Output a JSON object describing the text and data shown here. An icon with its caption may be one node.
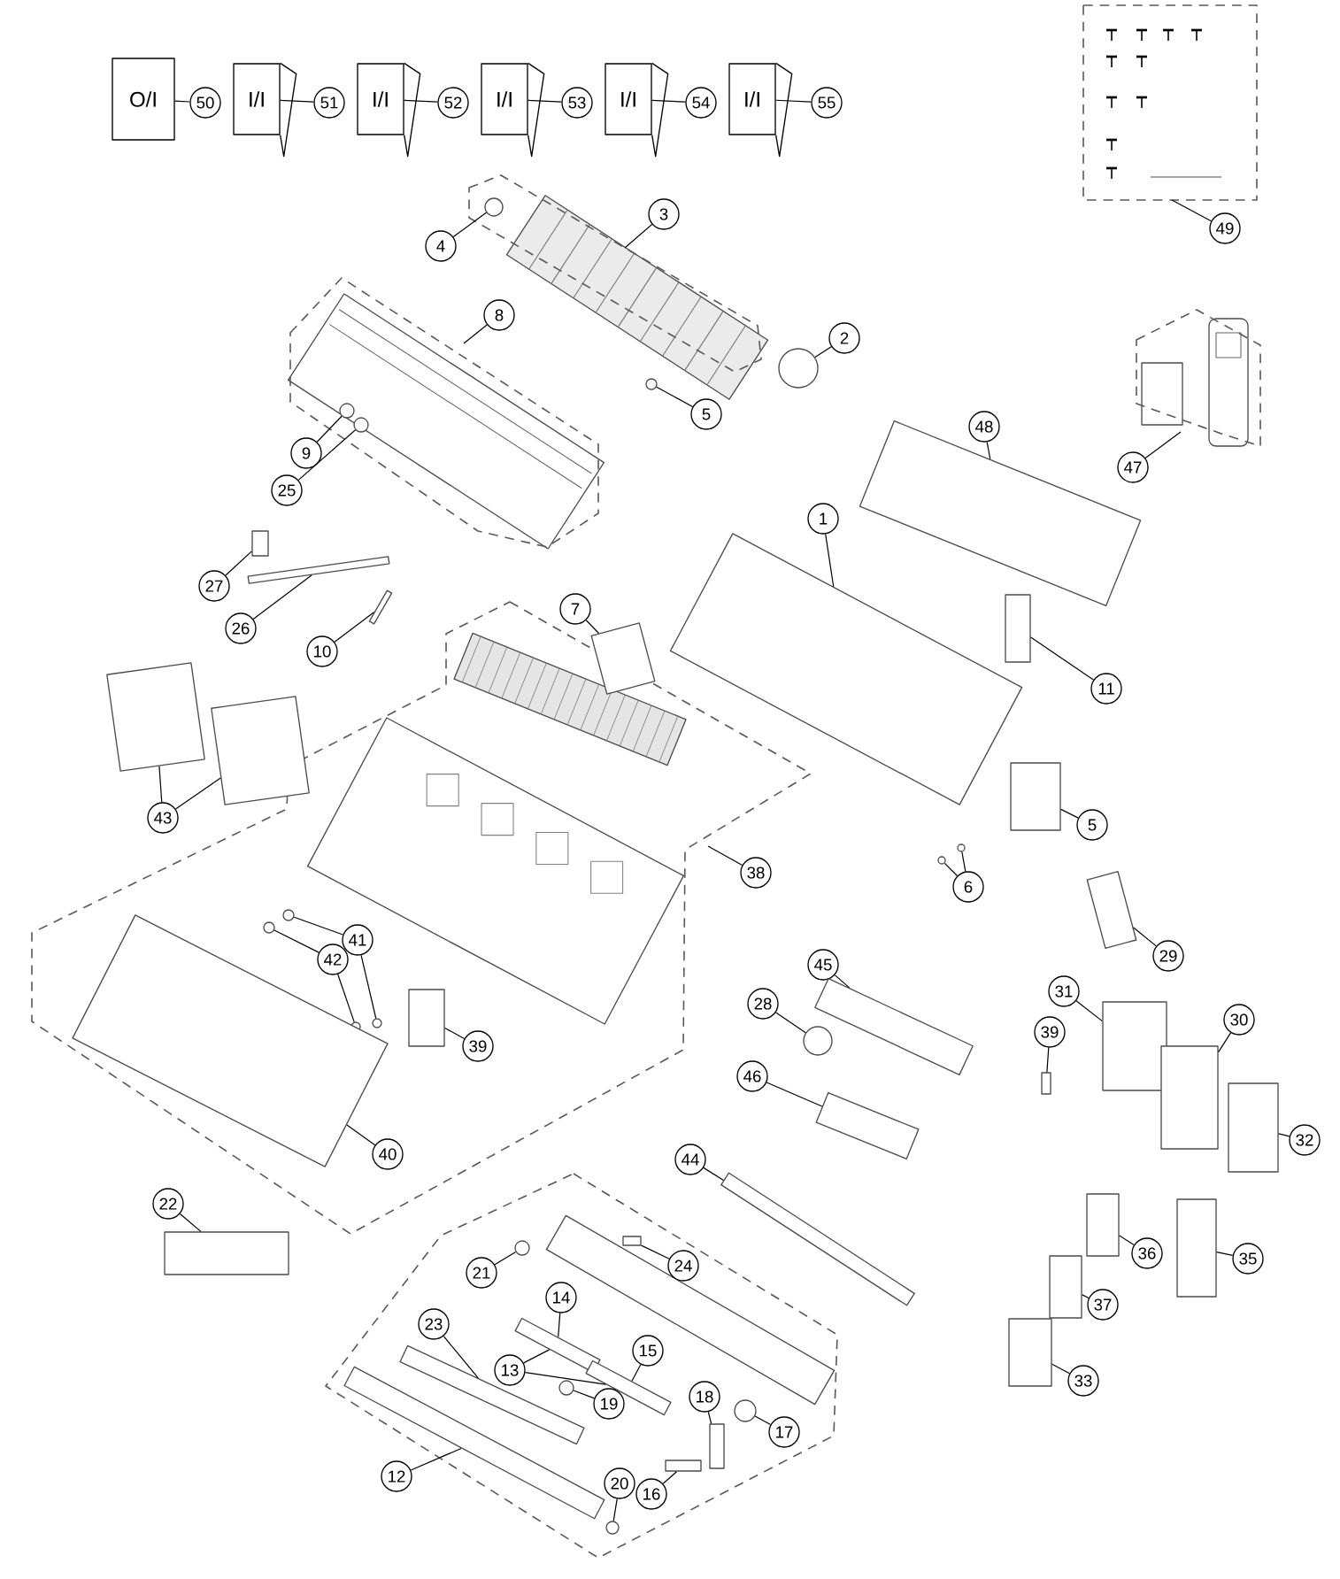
{
  "diagram": {
    "nodes": [
      {
        "text": [
          "O/I"
        ]
      },
      {
        "text": [
          "50"
        ]
      },
      {
        "text": [
          "I/I"
        ]
      },
      {
        "text": [
          "51"
        ]
      },
      {
        "text": [
          "I/I"
        ]
      },
      {
        "text": [
          "52"
        ]
      },
      {
        "text": [
          "I/I"
        ]
      },
      {
        "text": [
          "53"
        ]
      },
      {
        "text": [
          "I/I"
        ]
      },
      {
        "text": [
          "54"
        ]
      },
      {
        "text": [
          "I/I"
        ]
      },
      {
        "text": [
          "55"
        ]
      },
      {
        "text": [
          "49"
        ]
      },
      {
        "text": [
          "3"
        ]
      },
      {
        "text": [
          "4"
        ]
      },
      {
        "text": [],
        "shape": "circle"
      },
      {
        "text": [
          "2"
        ]
      },
      {
        "text": [],
        "shape": "circle"
      },
      {
        "text": [
          "5"
        ]
      },
      {
        "text": [],
        "shape": "circle"
      },
      {
        "text": [
          "8"
        ]
      },
      {
        "text": [
          "9"
        ]
      },
      {
        "text": [],
        "shape": "circle"
      },
      {
        "text": [
          "25"
        ]
      },
      {
        "text": [],
        "shape": "circle"
      },
      {
        "text": [
          "47"
        ]
      },
      {
        "text": [
          "48"
        ]
      },
      {
        "text": [],
        "shape": "box"
      },
      {
        "text": [
          "1"
        ]
      },
      {
        "text": [],
        "shape": "box"
      },
      {
        "text": [
          "27"
        ]
      },
      {
        "text": [],
        "shape": "box"
      },
      {
        "text": [
          "26"
        ]
      },
      {
        "text": [],
        "shape": "box"
      },
      {
        "text": [
          "10"
        ]
      },
      {
        "text": [],
        "shape": "box"
      },
      {
        "text": [
          "7"
        ]
      },
      {
        "text": [],
        "shape": "box"
      },
      {
        "text": [
          "11"
        ]
      },
      {
        "text": [],
        "shape": "box"
      },
      {
        "text": [
          "43"
        ]
      },
      {
        "text": [],
        "shape": "box"
      },
      {
        "text": [],
        "shape": "box"
      },
      {
        "text": [
          "38"
        ]
      },
      {
        "text": [
          "5"
        ]
      },
      {
        "text": [],
        "shape": "box"
      },
      {
        "text": [
          "6"
        ]
      },
      {
        "text": [],
        "shape": "circle"
      },
      {
        "text": [],
        "shape": "circle"
      },
      {
        "text": [
          "41"
        ]
      },
      {
        "text": [],
        "shape": "circle"
      },
      {
        "text": [],
        "shape": "circle"
      },
      {
        "text": [
          "42"
        ]
      },
      {
        "text": [],
        "shape": "circle"
      },
      {
        "text": [],
        "shape": "circle"
      },
      {
        "text": [
          "39"
        ]
      },
      {
        "text": [],
        "shape": "box"
      },
      {
        "text": [
          "40"
        ]
      },
      {
        "text": [],
        "shape": "box"
      },
      {
        "text": [
          "29"
        ]
      },
      {
        "text": [],
        "shape": "box"
      },
      {
        "text": [
          "45"
        ]
      },
      {
        "text": [],
        "shape": "box"
      },
      {
        "text": [
          "28"
        ]
      },
      {
        "text": [],
        "shape": "circle"
      },
      {
        "text": [
          "31"
        ]
      },
      {
        "text": [],
        "shape": "box"
      },
      {
        "text": [
          "30"
        ]
      },
      {
        "text": [],
        "shape": "box"
      },
      {
        "text": [
          "39"
        ]
      },
      {
        "text": [],
        "shape": "box"
      },
      {
        "text": [
          "46"
        ]
      },
      {
        "text": [],
        "shape": "box"
      },
      {
        "text": [
          "32"
        ]
      },
      {
        "text": [],
        "shape": "box"
      },
      {
        "text": [
          "44"
        ]
      },
      {
        "text": [],
        "shape": "box"
      },
      {
        "text": [
          "22"
        ]
      },
      {
        "text": [],
        "shape": "box"
      },
      {
        "text": [
          "36"
        ]
      },
      {
        "text": [],
        "shape": "box"
      },
      {
        "text": [
          "35"
        ]
      },
      {
        "text": [],
        "shape": "box"
      },
      {
        "text": [
          "24"
        ]
      },
      {
        "text": [],
        "shape": "box"
      },
      {
        "text": [
          "21"
        ]
      },
      {
        "text": [],
        "shape": "circle"
      },
      {
        "text": [
          "37"
        ]
      },
      {
        "text": [],
        "shape": "box"
      },
      {
        "text": [
          "14"
        ]
      },
      {
        "text": [],
        "shape": "box"
      },
      {
        "text": [
          "15"
        ]
      },
      {
        "text": [],
        "shape": "box"
      },
      {
        "text": [
          "13"
        ]
      },
      {
        "text": [
          "23"
        ]
      },
      {
        "text": [],
        "shape": "box"
      },
      {
        "text": [
          "19"
        ]
      },
      {
        "text": [],
        "shape": "circle"
      },
      {
        "text": [
          "18"
        ]
      },
      {
        "text": [],
        "shape": "box"
      },
      {
        "text": [
          "17"
        ]
      },
      {
        "text": [],
        "shape": "circle"
      },
      {
        "text": [
          "33"
        ]
      },
      {
        "text": [],
        "shape": "box"
      },
      {
        "text": [
          "20"
        ]
      },
      {
        "text": [],
        "shape": "box"
      },
      {
        "text": [
          "12"
        ]
      },
      {
        "text": [
          "16"
        ]
      },
      {
        "text": [],
        "shape": "box"
      },
      {
        "text": [],
        "shape": "circle"
      }
    ],
    "edges": [
      {
        "from": 1,
        "to": 0,
        "arrow": "none"
      },
      {
        "from": 3,
        "to": 2,
        "arrow": "none"
      },
      {
        "from": 5,
        "to": 4,
        "arrow": "none"
      },
      {
        "from": 7,
        "to": 6,
        "arrow": "none"
      },
      {
        "from": 9,
        "to": 8,
        "arrow": "none"
      },
      {
        "from": 11,
        "to": 10,
        "arrow": "none"
      },
      {
        "from": 12,
        "to": null,
        "arrow": "none"
      },
      {
        "from": 13,
        "to": null,
        "arrow": "none"
      },
      {
        "from": 14,
        "to": 15,
        "arrow": "none"
      },
      {
        "from": 16,
        "to": 17,
        "arrow": "none"
      },
      {
        "from": 18,
        "to": 19,
        "arrow": "none"
      },
      {
        "from": 20,
        "to": null,
        "arrow": "none"
      },
      {
        "from": 21,
        "to": 22,
        "arrow": "none"
      },
      {
        "from": 23,
        "to": 24,
        "arrow": "none"
      },
      {
        "from": 25,
        "to": null,
        "arrow": "none"
      },
      {
        "from": 26,
        "to": 27,
        "arrow": "none"
      },
      {
        "from": 28,
        "to": 29,
        "arrow": "none"
      },
      {
        "from": 30,
        "to": 31,
        "arrow": "none"
      },
      {
        "from": 32,
        "to": 33,
        "arrow": "none"
      },
      {
        "from": 34,
        "to": 35,
        "arrow": "none"
      },
      {
        "from": 36,
        "to": 37,
        "arrow": "none"
      },
      {
        "from": 38,
        "to": 39,
        "arrow": "none"
      },
      {
        "from": 40,
        "to": 41,
        "arrow": "none"
      },
      {
        "from": 40,
        "to": 42,
        "arrow": "none"
      },
      {
        "from": 43,
        "to": null,
        "arrow": "none"
      },
      {
        "from": 44,
        "to": 45,
        "arrow": "none"
      },
      {
        "from": 46,
        "to": 47,
        "arrow": "none"
      },
      {
        "from": 46,
        "to": 48,
        "arrow": "none"
      },
      {
        "from": 49,
        "to": 50,
        "arrow": "none"
      },
      {
        "from": 49,
        "to": 51,
        "arrow": "none"
      },
      {
        "from": 52,
        "to": 53,
        "arrow": "none"
      },
      {
        "from": 52,
        "to": 54,
        "arrow": "none"
      },
      {
        "from": 55,
        "to": 56,
        "arrow": "none"
      },
      {
        "from": 57,
        "to": 58,
        "arrow": "none"
      },
      {
        "from": 59,
        "to": 60,
        "arrow": "none"
      },
      {
        "from": 61,
        "to": 62,
        "arrow": "none"
      },
      {
        "from": 63,
        "to": 64,
        "arrow": "none"
      },
      {
        "from": 65,
        "to": 66,
        "arrow": "none"
      },
      {
        "from": 67,
        "to": 68,
        "arrow": "none"
      },
      {
        "from": 69,
        "to": 70,
        "arrow": "none"
      },
      {
        "from": 71,
        "to": 72,
        "arrow": "none"
      },
      {
        "from": 73,
        "to": 74,
        "arrow": "none"
      },
      {
        "from": 75,
        "to": 76,
        "arrow": "none"
      },
      {
        "from": 77,
        "to": 78,
        "arrow": "none"
      },
      {
        "from": 79,
        "to": 80,
        "arrow": "none"
      },
      {
        "from": 81,
        "to": 82,
        "arrow": "none"
      },
      {
        "from": 83,
        "to": 84,
        "arrow": "none"
      },
      {
        "from": 85,
        "to": 86,
        "arrow": "none"
      },
      {
        "from": 87,
        "to": 88,
        "arrow": "none"
      },
      {
        "from": 89,
        "to": 90,
        "arrow": "none"
      },
      {
        "from": 91,
        "to": 92,
        "arrow": "none"
      },
      {
        "from": 93,
        "to": 90,
        "arrow": "none"
      },
      {
        "from": 93,
        "to": 92,
        "arrow": "none"
      },
      {
        "from": 94,
        "to": 95,
        "arrow": "none"
      },
      {
        "from": 96,
        "to": 97,
        "arrow": "none"
      },
      {
        "from": 98,
        "to": 99,
        "arrow": "none"
      },
      {
        "from": 100,
        "to": 101,
        "arrow": "none"
      },
      {
        "from": 102,
        "to": 103,
        "arrow": "none"
      },
      {
        "from": 104,
        "to": 109,
        "arrow": "none"
      },
      {
        "from": 106,
        "to": 105,
        "arrow": "none"
      },
      {
        "from": 107,
        "to": 108,
        "arrow": "none"
      }
    ]
  }
}
